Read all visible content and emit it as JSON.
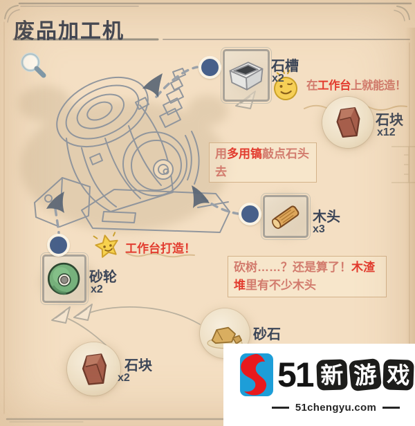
{
  "page": {
    "title": "废品加工机"
  },
  "colors": {
    "background": "#f4dfc3",
    "title_text": "#3e4452",
    "label_text": "#3b4557",
    "red_accent": "#e23b2e",
    "salmon_text": "#d27b6d",
    "node_dot_blue": "#47608a",
    "connector_grey": "#9aa1a9",
    "watermark_blue": "#1d9ed8",
    "watermark_red": "#e8191d"
  },
  "items": {
    "stone_trough": {
      "name": "石槽",
      "count": "x2"
    },
    "stone_block_big": {
      "name": "石块",
      "count": "x12"
    },
    "wood": {
      "name": "木头",
      "count": "x3"
    },
    "grinding_wheel": {
      "name": "砂轮",
      "count": "x2"
    },
    "sand_stone": {
      "name": "砂石"
    },
    "stone_block_small": {
      "name": "石块",
      "count": "x2"
    }
  },
  "notes": {
    "bench_inline": {
      "pre": "在",
      "em": "工作台",
      "post": "上就能造！"
    },
    "pickaxe": {
      "pre": "用",
      "em": "多用镐",
      "post": "敲点石头去"
    },
    "bench_craft": {
      "text": "工作台打造！"
    },
    "wood_tip": {
      "pre": "砍树……？还是算了！",
      "em": "木渣堆",
      "post": "里有不少木头"
    }
  },
  "watermark": {
    "number": "51",
    "stamp1": "新",
    "stamp2": "游",
    "stamp3": "戏",
    "site": "51chengyu.com"
  }
}
